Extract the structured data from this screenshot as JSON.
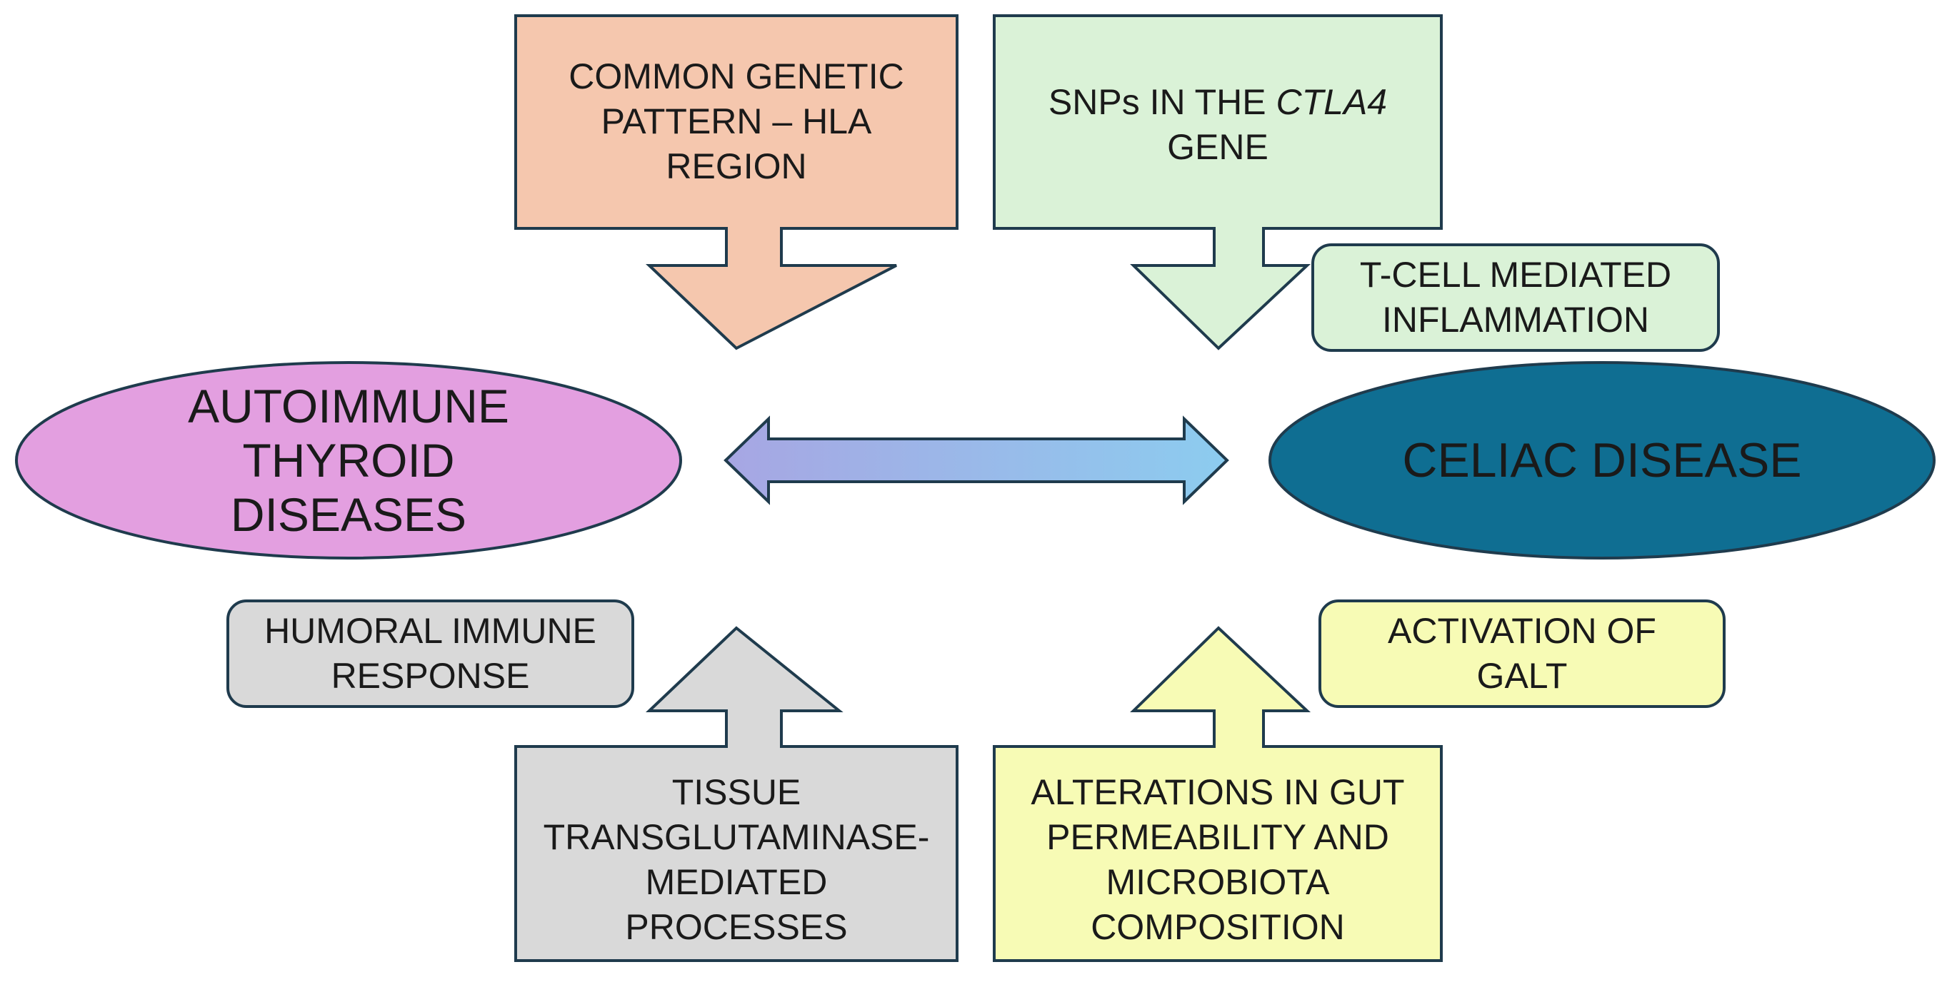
{
  "diagram": {
    "left_node": {
      "label_lines": [
        "AUTOIMMUNE",
        "THYROID",
        "DISEASES"
      ],
      "fill": "#E39FE0"
    },
    "right_node": {
      "label": "CELIAC DISEASE",
      "fill": "#0F6E92"
    },
    "link": {
      "gradient_left": "#A7A6E3",
      "gradient_right": "#8CCCEF"
    },
    "top_left_arrow": {
      "label_lines": [
        "COMMON GENETIC",
        "PATTERN – HLA",
        "REGION"
      ],
      "fill": "#F5C7AE"
    },
    "top_right_arrow": {
      "label_prefix": "SNPs IN THE ",
      "label_gene": "CTLA4",
      "label_line2": "GENE",
      "fill": "#DAF2D7"
    },
    "bottom_left_arrow": {
      "label_lines": [
        "TISSUE",
        "TRANSGLUTAMINASE-",
        "MEDIATED",
        "PROCESSES"
      ],
      "fill": "#D9D9D9"
    },
    "bottom_right_arrow": {
      "label_lines": [
        "ALTERATIONS IN GUT",
        "PERMEABILITY AND",
        "MICROBIOTA",
        "COMPOSITION"
      ],
      "fill": "#F7FBB5"
    },
    "callouts": {
      "t_cell": {
        "label_lines": [
          "T-CELL MEDIATED",
          "INFLAMMATION"
        ],
        "fill": "#DAF2D7"
      },
      "humoral": {
        "label_lines": [
          "HUMORAL IMMUNE",
          "RESPONSE"
        ],
        "fill": "#D9D9D9"
      },
      "galt": {
        "label_lines": [
          "ACTIVATION OF",
          "GALT"
        ],
        "fill": "#F7FBB5"
      }
    },
    "outline_color": "#1F3B4D"
  }
}
